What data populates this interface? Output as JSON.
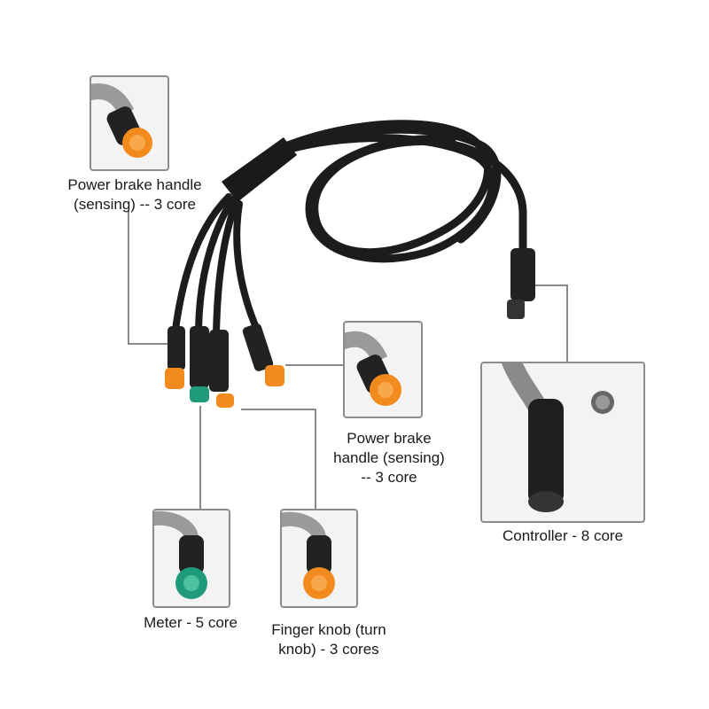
{
  "labels": {
    "brake_left": [
      "Power brake handle",
      "(sensing) -- 3 core"
    ],
    "brake_right": [
      "Power brake",
      "handle (sensing)",
      "-- 3 core"
    ],
    "controller": [
      "Controller - 8 core"
    ],
    "meter": [
      "Meter - 5 core"
    ],
    "finger_knob": [
      "Finger knob (turn",
      "knob) - 3 cores"
    ]
  },
  "colors": {
    "cable": "#1c1c1c",
    "orange_connector": "#f28a1e",
    "green_connector": "#1f9a7a",
    "leader_line": "#8a8a8a",
    "inset_border": "#8c8c8c"
  }
}
